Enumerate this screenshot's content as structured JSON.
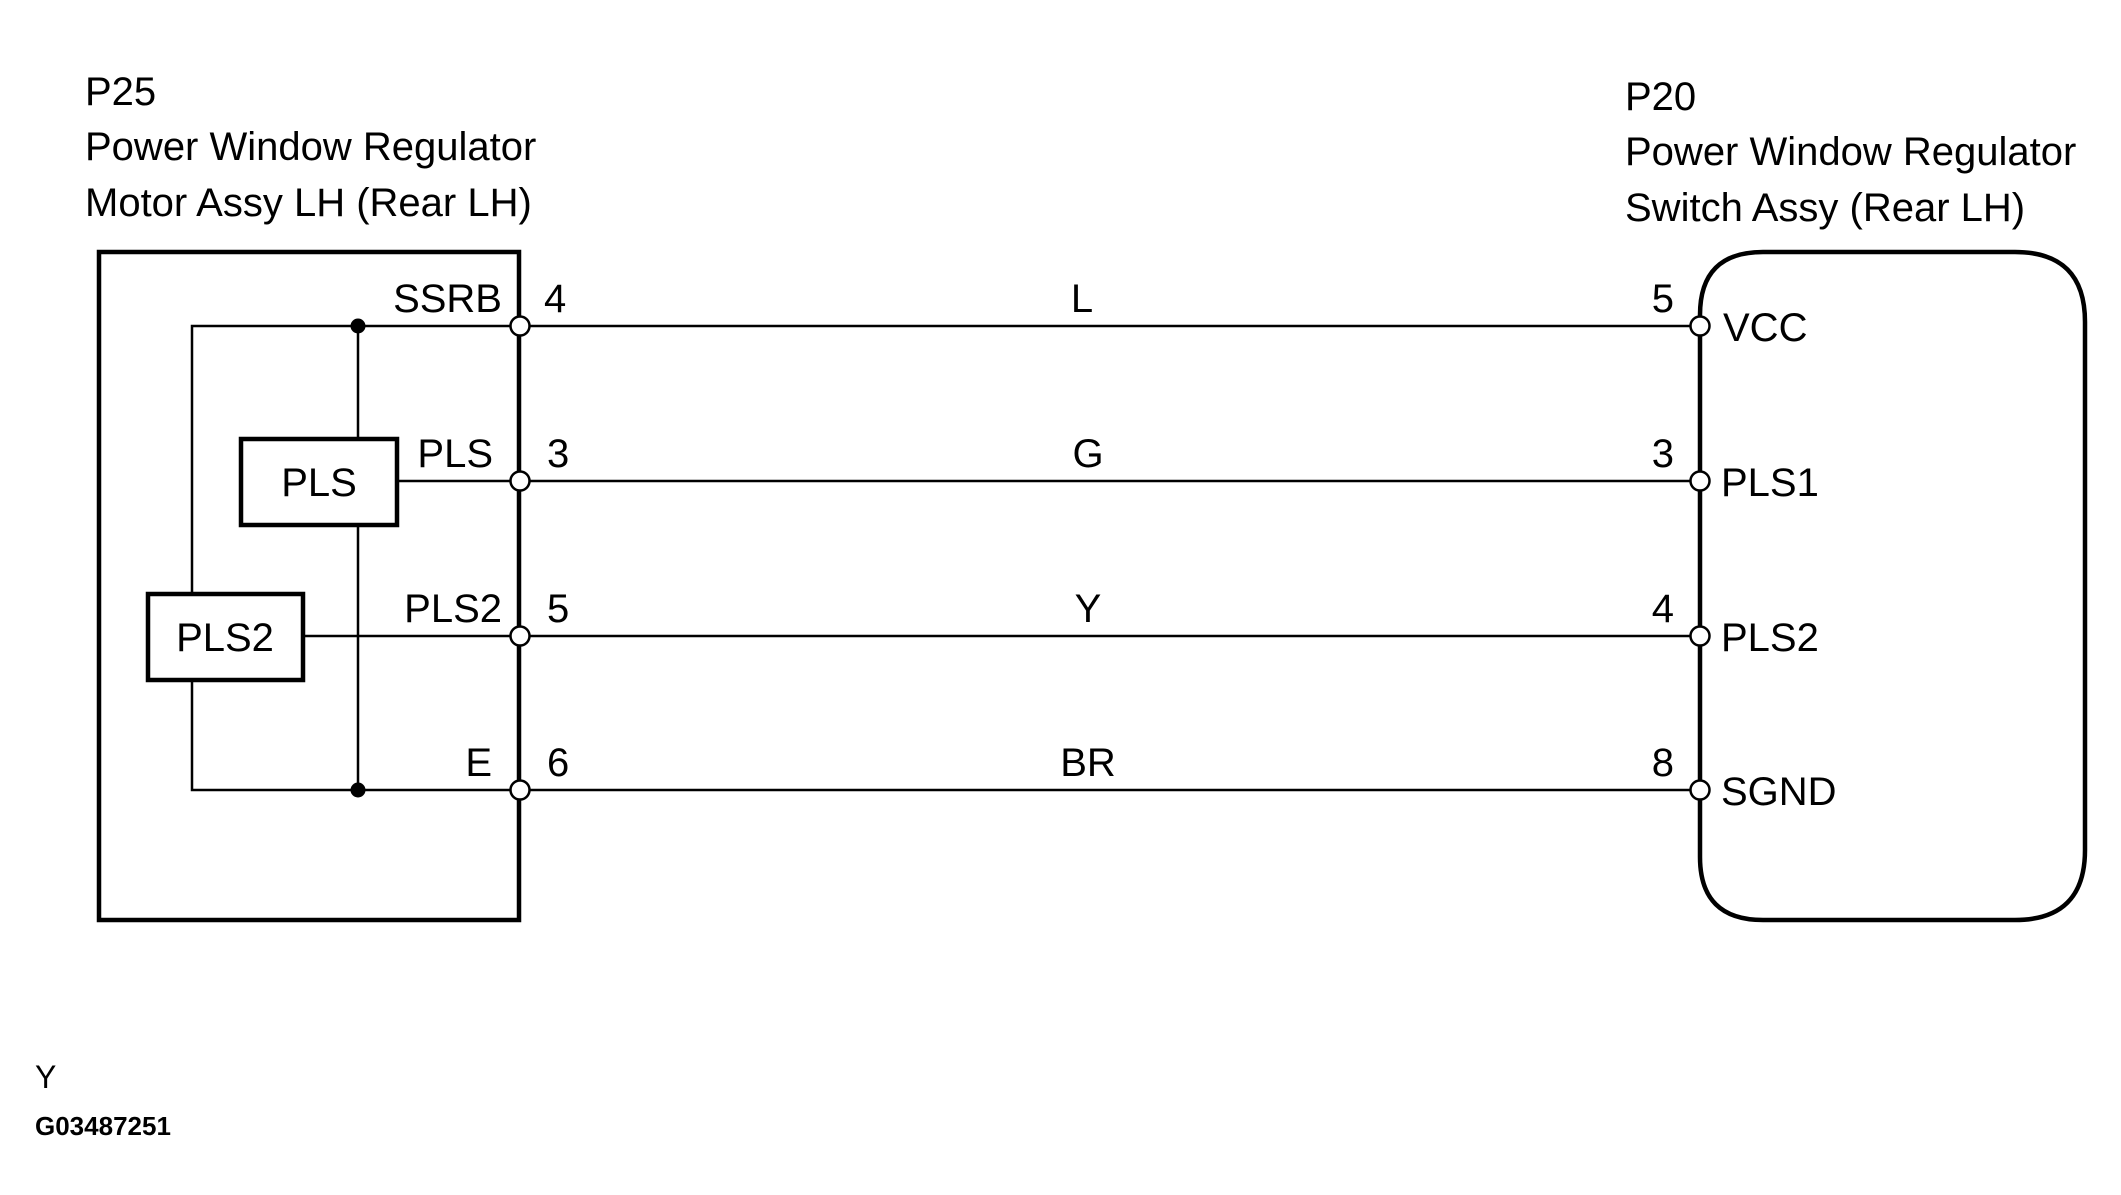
{
  "left_component": {
    "code": "P25",
    "name_line1": "Power Window Regulator",
    "name_line2": "Motor Assy LH (Rear LH)",
    "sensors": [
      "PLS",
      "PLS2"
    ],
    "terminals": [
      {
        "name": "SSRB",
        "pin": "4"
      },
      {
        "name": "PLS",
        "pin": "3"
      },
      {
        "name": "PLS2",
        "pin": "5"
      },
      {
        "name": "E",
        "pin": "6"
      }
    ]
  },
  "right_component": {
    "code": "P20",
    "name_line1": "Power Window Regulator",
    "name_line2": "Switch Assy (Rear LH)",
    "terminals": [
      {
        "name": "VCC",
        "pin": "5"
      },
      {
        "name": "PLS1",
        "pin": "3"
      },
      {
        "name": "PLS2",
        "pin": "4"
      },
      {
        "name": "SGND",
        "pin": "8"
      }
    ]
  },
  "wires": [
    {
      "color_code": "L"
    },
    {
      "color_code": "G"
    },
    {
      "color_code": "Y"
    },
    {
      "color_code": "BR"
    }
  ],
  "footer": {
    "mark": "Y",
    "figure_code": "G03487251"
  }
}
